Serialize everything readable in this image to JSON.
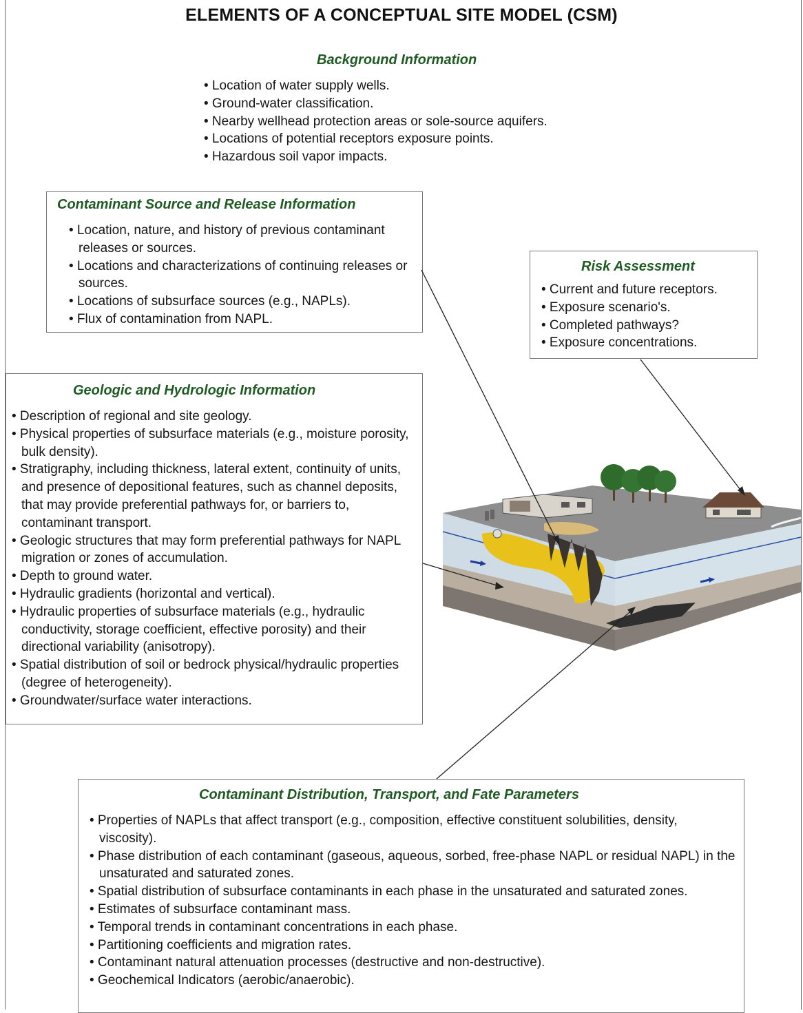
{
  "title": "ELEMENTS OF A CONCEPTUAL SITE MODEL (CSM)",
  "background": {
    "heading": "Background Information",
    "items": [
      "• Location of water supply wells.",
      "• Ground-water classification.",
      "• Nearby wellhead protection areas or sole-source aquifers.",
      "• Locations of potential receptors exposure points.",
      "• Hazardous soil vapor impacts."
    ]
  },
  "source": {
    "heading": "Contaminant Source and Release Information",
    "items": [
      "• Location, nature, and history of previous contaminant releases or sources.",
      "• Locations and characterizations of continuing releases or sources.",
      "• Locations of subsurface sources (e.g., NAPLs).",
      "• Flux of contamination from NAPL."
    ]
  },
  "risk": {
    "heading": "Risk Assessment",
    "items": [
      "• Current and future receptors.",
      "• Exposure scenario's.",
      "• Completed pathways?",
      "• Exposure concentrations."
    ]
  },
  "geologic": {
    "heading": "Geologic and Hydrologic Information",
    "items": [
      "• Description of regional and site geology.",
      "• Physical properties of subsurface materials (e.g., moisture porosity, bulk density).",
      "• Stratigraphy, including thickness, lateral extent, continuity of units, and presence of depositional features, such as channel deposits, that may provide preferential pathways for, or barriers to, contaminant transport.",
      "• Geologic structures that may form preferential pathways for NAPL migration or zones of accumulation.",
      "• Depth to ground water.",
      "• Hydraulic gradients (horizontal and vertical).",
      "• Hydraulic properties of subsurface materials (e.g., hydraulic conductivity, storage coefficient, effective porosity) and their directional variability (anisotropy).",
      "• Spatial distribution of soil or bedrock physical/hydraulic properties (degree of heterogeneity).",
      "• Groundwater/surface water interactions."
    ]
  },
  "distribution": {
    "heading": "Contaminant Distribution, Transport, and Fate Parameters",
    "items": [
      "• Properties of NAPLs that affect transport (e.g., composition, effective constituent solubilities, density, viscosity).",
      "• Phase distribution of each contaminant (gaseous, aqueous, sorbed, free-phase NAPL or residual NAPL) in the unsaturated and saturated zones.",
      "• Spatial distribution of subsurface contaminants in each phase in the unsaturated and saturated zones.",
      "• Estimates of subsurface contaminant mass.",
      "• Temporal trends in contaminant concentrations in each phase.",
      "• Partitioning coefficients and migration rates.",
      "• Contaminant natural attenuation processes (destructive and non-destructive).",
      "• Geochemical Indicators (aerobic/anaerobic)."
    ]
  },
  "colors": {
    "heading_green": "#1f5a23",
    "napl_yellow": "#e8c21a",
    "groundwater_blue": "#dbe6ee",
    "ground_gray": "#8a8a8a"
  }
}
